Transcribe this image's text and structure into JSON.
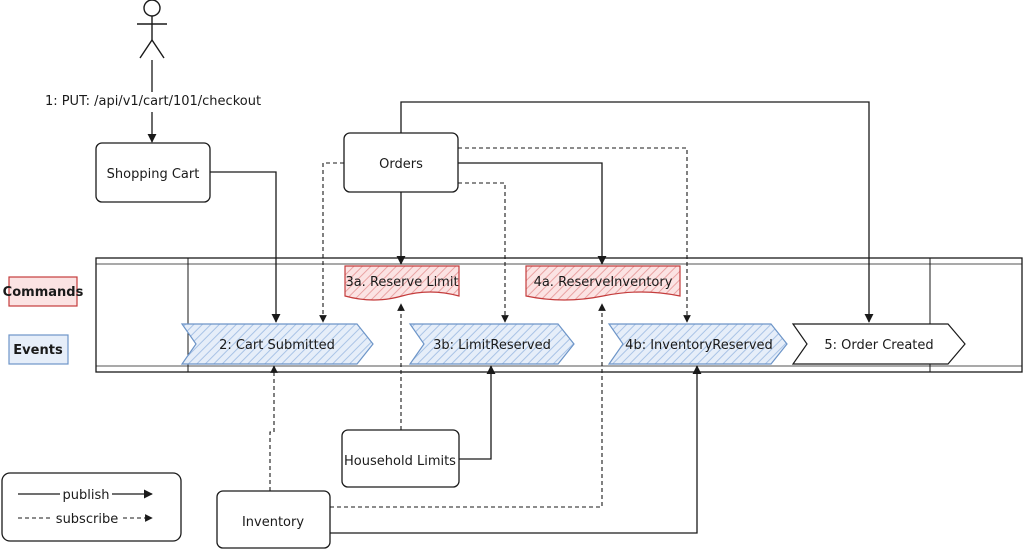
{
  "actor": {
    "request_label": "1: PUT: /api/v1/cart/101/checkout"
  },
  "services": {
    "shopping_cart": "Shopping Cart",
    "orders": "Orders",
    "household_limits": "Household Limits",
    "inventory": "Inventory"
  },
  "legend_tags": {
    "commands": "Commands",
    "events": "Events"
  },
  "commands": {
    "reserve_limit": "3a. Reserve Limit",
    "reserve_inventory": "4a. ReserveInventory"
  },
  "events": {
    "cart_submitted": "2: Cart Submitted",
    "limit_reserved": "3b: LimitReserved",
    "inventory_reserved": "4b: InventoryReserved",
    "order_created": "5: Order Created"
  },
  "arrow_legend": {
    "publish": "publish",
    "subscribe": "subscribe"
  },
  "colors": {
    "command_stroke": "#c43c3c",
    "command_fill": "#f6c9c9",
    "event_stroke": "#6d95c8",
    "event_fill": "#d3e2f3",
    "line": "#1a1a1a"
  }
}
